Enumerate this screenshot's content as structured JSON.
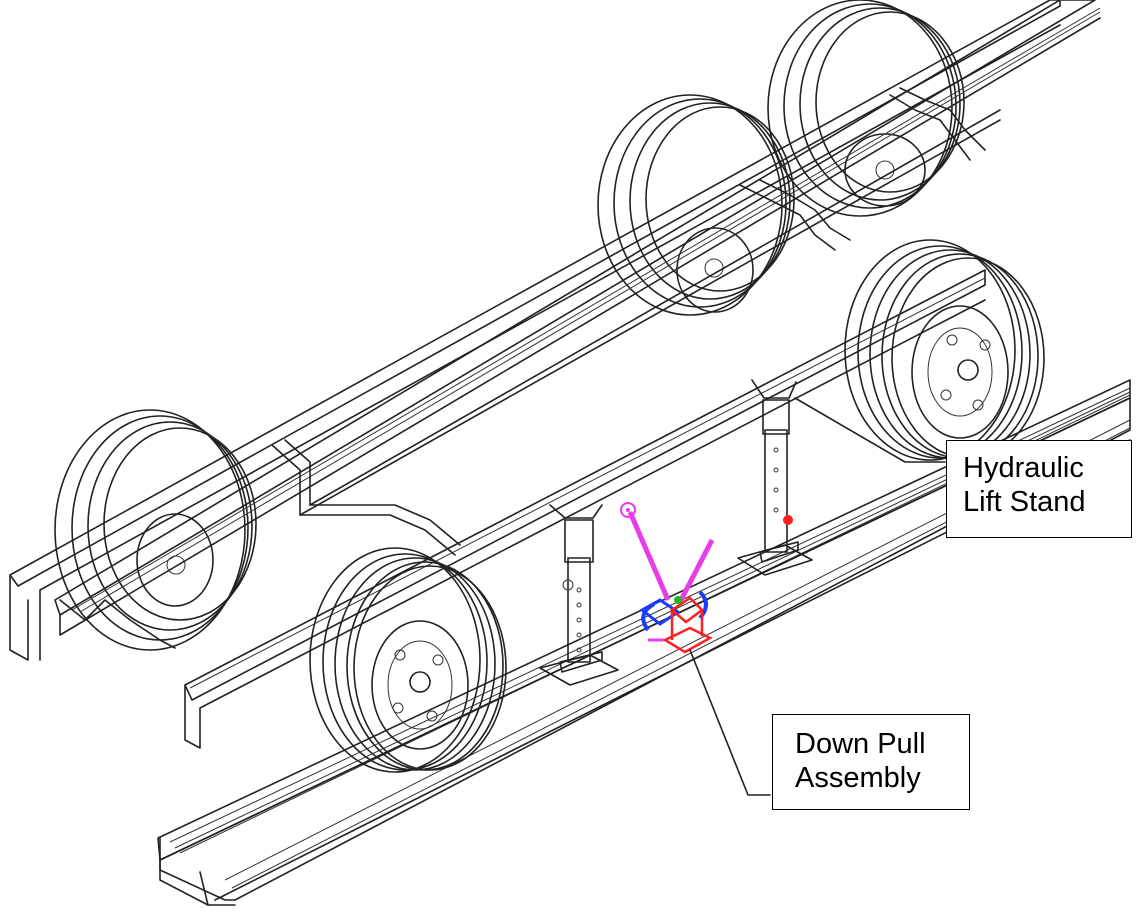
{
  "callouts": {
    "hydraulic": {
      "line1": "Hydraulic",
      "line2": "Lift Stand"
    },
    "downpull": {
      "line1": "Down Pull",
      "line2": "Assembly"
    }
  },
  "colors": {
    "linework": "#222222",
    "arm": "#e83ce8",
    "bracket": "#ff1f1f",
    "clamp": "#1a3cff",
    "accent": "#1fb81f"
  }
}
